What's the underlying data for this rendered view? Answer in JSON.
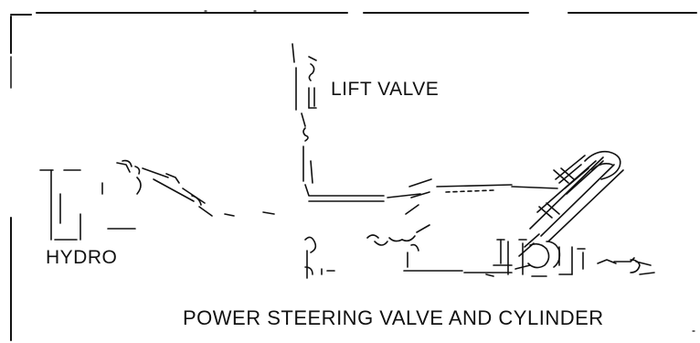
{
  "labels": {
    "lift_valve": "LIFT VALVE",
    "hydro": "HYDRO",
    "power_steering": "POWER STEERING VALVE AND CYLINDER"
  },
  "colors": {
    "ink": "#111111",
    "background": "#ffffff"
  }
}
